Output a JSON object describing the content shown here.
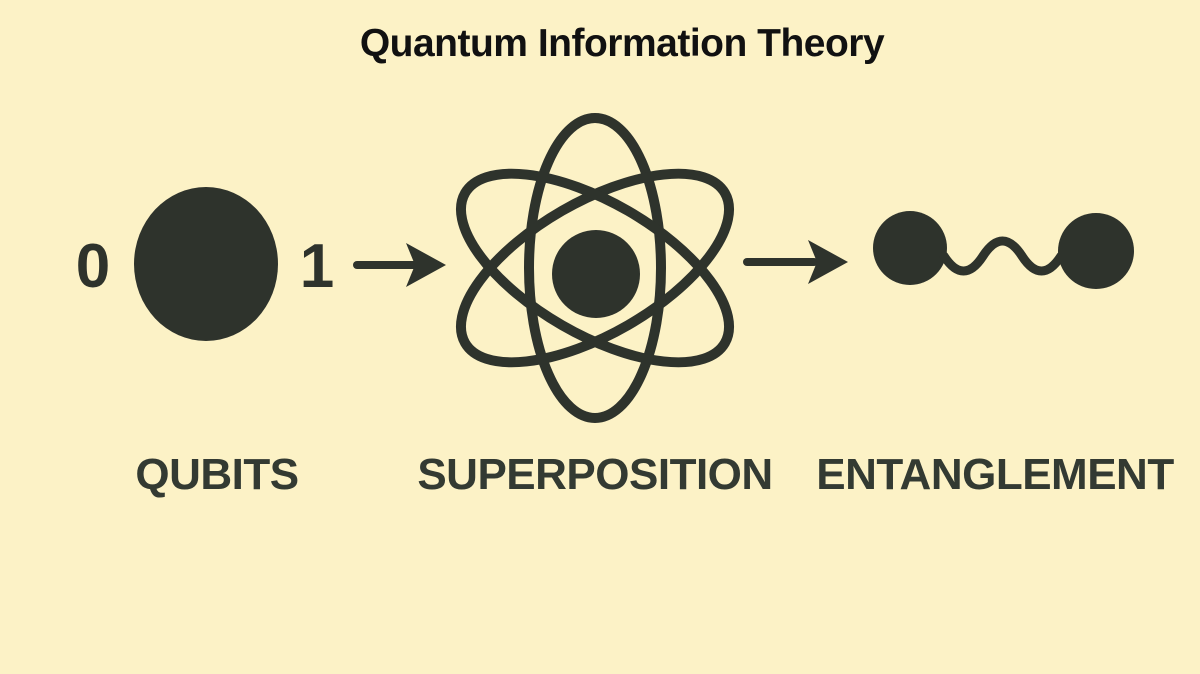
{
  "title": "Quantum Information Theory",
  "diagram": {
    "qubit": {
      "state_zero": "0",
      "state_one": "1",
      "label": "QUBITS"
    },
    "superposition": {
      "label": "SUPERPOSITION"
    },
    "entanglement": {
      "label": "ENTANGLEMENT"
    }
  },
  "colors": {
    "background": "#FCF2C6",
    "ink": "#2E332C",
    "title_ink": "#111111",
    "label_ink": "#333A32"
  }
}
